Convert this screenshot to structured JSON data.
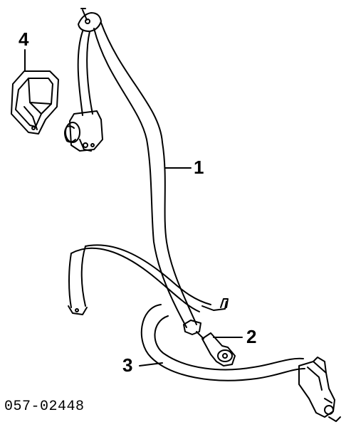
{
  "callouts": {
    "c1": "1",
    "c2": "2",
    "c3": "3",
    "c4": "4"
  },
  "diagram_code": "057-02448",
  "colors": {
    "line": "#000000",
    "background": "#ffffff"
  }
}
